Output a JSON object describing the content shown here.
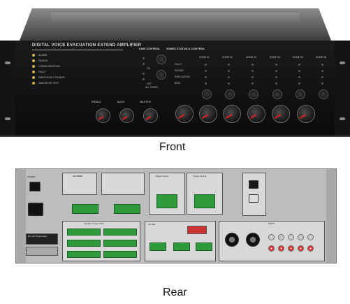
{
  "labels": {
    "front": "Front",
    "rear": "Rear"
  },
  "front_panel": {
    "title": "DIGITAL VOICE EVACUATION  EXTEND AMPLIFIER",
    "indicators": [
      "ALARM",
      "PAGING",
      "COMMUNICATION",
      "FAULT",
      "EMERGENCY PAGING",
      "INDICATOR TEST"
    ],
    "line_control_label": "LINE CONTROL",
    "zones_status_label": "ZONES STATUS & CONTROL",
    "line_options": [
      "ON",
      "OFF"
    ],
    "all_zones_label": "ALL ZONES",
    "status_rows": [
      "FAULT",
      "PAGING",
      "EVACUATION",
      "BGM"
    ],
    "zones": [
      "ZONE 01",
      "ZONE 02",
      "ZONE 03",
      "ZONE 04",
      "ZONE 05",
      "ZONE 06"
    ],
    "knobs": [
      "TREBLE",
      "BASS",
      "MASTER"
    ]
  },
  "rear_panel": {
    "power_label": "POWER",
    "caution_label": "CAUTION",
    "dc_label": "DC 24V Power input",
    "trigger_label": "Trigger Output",
    "speaker_label": "Speaker Output 100V",
    "rs485_label": "RS-485",
    "input_label": "INPUT"
  },
  "colors": {
    "front_panel": "#101010",
    "rear_panel": "#bdbdbd",
    "knob_pointer": "#e02020",
    "terminal": "#2f9a3b",
    "indicator_led": "#d4b84a"
  }
}
